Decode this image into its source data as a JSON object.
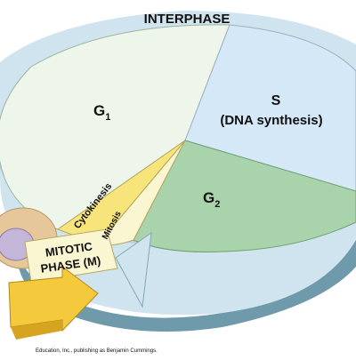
{
  "diagram": {
    "ring_label": "INTERPHASE",
    "phases": {
      "g1": {
        "letter": "G",
        "subscript": "1"
      },
      "s": {
        "title": "S",
        "subtitle": "(DNA synthesis)"
      },
      "g2": {
        "letter": "G",
        "subscript": "2"
      },
      "cytokinesis": "Cytokinesis",
      "mitosis": "Mitosis",
      "mitotic_line1": "MITOTIC",
      "mitotic_line2": "PHASE (M)"
    },
    "credit": "Education, Inc., publishing as Benjamin Cummings."
  },
  "colors": {
    "g1": "#eef6ec",
    "s": "#d4e8f8",
    "g2": "#a9d3ab",
    "mitotic": "#fbf6d2",
    "ring_light": "#cfe4ee",
    "ring_dark": "#7fa7b6",
    "arrow_yellow": "#f4c93c",
    "cell_tan": "#e5c79a",
    "cell_purple": "#c4b6d8"
  }
}
